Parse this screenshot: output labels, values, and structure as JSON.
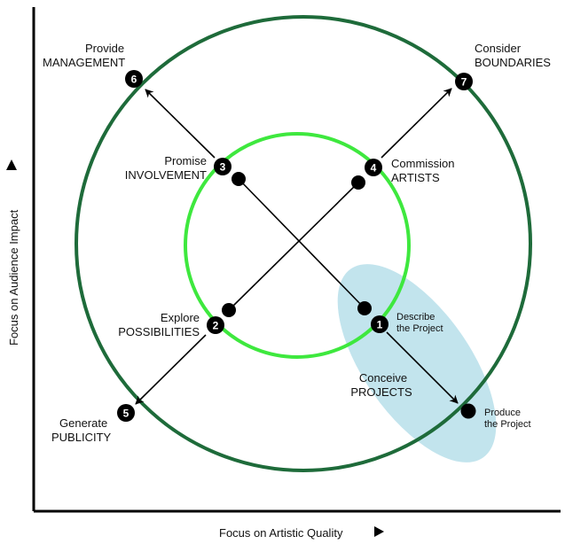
{
  "axes": {
    "x_label": "Focus on  Artistic Quality",
    "y_label": "Focus on  Audience Impact"
  },
  "colors": {
    "outer_circle": "#1e6b3a",
    "inner_circle": "#3ee83e",
    "highlight_ellipse": "#bfe3ec",
    "marker": "#000000"
  },
  "nodes": [
    {
      "id": "1",
      "line1": "Describe",
      "line2": "the Project"
    },
    {
      "id": "2",
      "line1": "Explore",
      "line2": "POSSIBILITIES"
    },
    {
      "id": "3",
      "line1": "Promise",
      "line2": "INVOLVEMENT"
    },
    {
      "id": "4",
      "line1": "Commission",
      "line2": "ARTISTS"
    },
    {
      "id": "5",
      "line1": "Generate",
      "line2": "PUBLICITY"
    },
    {
      "id": "6",
      "line1": "Provide",
      "line2": "MANAGEMENT"
    },
    {
      "id": "7",
      "line1": "Consider",
      "line2": "BOUNDARIES"
    }
  ],
  "center_label": {
    "line1": "Conceive",
    "line2": "PROJECTS"
  },
  "end_label": {
    "line1": "Produce",
    "line2": "the Project"
  }
}
